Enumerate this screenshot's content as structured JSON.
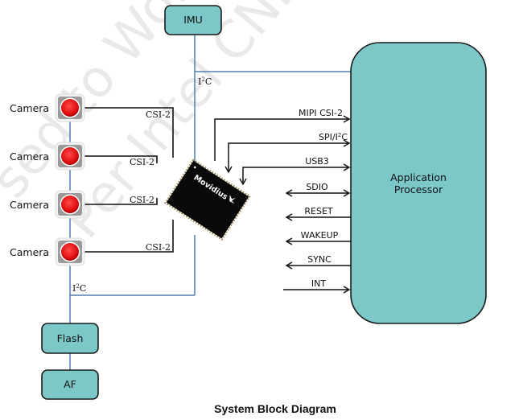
{
  "diagram": {
    "title": "System Block Diagram",
    "watermark": [
      "sed to World",
      "Per Intel CNDA"
    ],
    "colors": {
      "block_fill": "#7cc8c8",
      "block_stroke": "#1a1a1a",
      "bus_line": "#4f7fb0",
      "signal_line": "#111111",
      "camera_led": "#e61b1b",
      "camera_bezel": "#9a9a9a",
      "chip": "#0a0a0a"
    },
    "blocks": {
      "imu": "IMU",
      "app_processor_line1": "Application",
      "app_processor_line2": "Processor",
      "flash": "Flash",
      "af": "AF",
      "chip_brand": "Movidius"
    },
    "buses": {
      "i2c_top": "I",
      "i2c_top_sup": "2",
      "i2c_top_tail": "C",
      "i2c_bottom": "I",
      "i2c_bottom_sup": "2",
      "i2c_bottom_tail": "C"
    },
    "cameras": [
      {
        "label": "Camera",
        "link": "CSI-2"
      },
      {
        "label": "Camera",
        "link": "CSI-2"
      },
      {
        "label": "Camera",
        "link": "CSI-2"
      },
      {
        "label": "Camera",
        "link": "CSI-2"
      }
    ],
    "signals": [
      {
        "label": "MIPI CSI-2",
        "direction": "to-ap"
      },
      {
        "label": "SPI/I",
        "sup": "2",
        "tail": "C",
        "direction": "bidirectional-bent"
      },
      {
        "label": "USB3",
        "direction": "bidirectional-bent"
      },
      {
        "label": "SDIO",
        "direction": "bidirectional"
      },
      {
        "label": "RESET",
        "direction": "from-ap"
      },
      {
        "label": "WAKEUP",
        "direction": "from-ap"
      },
      {
        "label": "SYNC",
        "direction": "from-ap"
      },
      {
        "label": "INT",
        "direction": "to-ap"
      }
    ]
  }
}
